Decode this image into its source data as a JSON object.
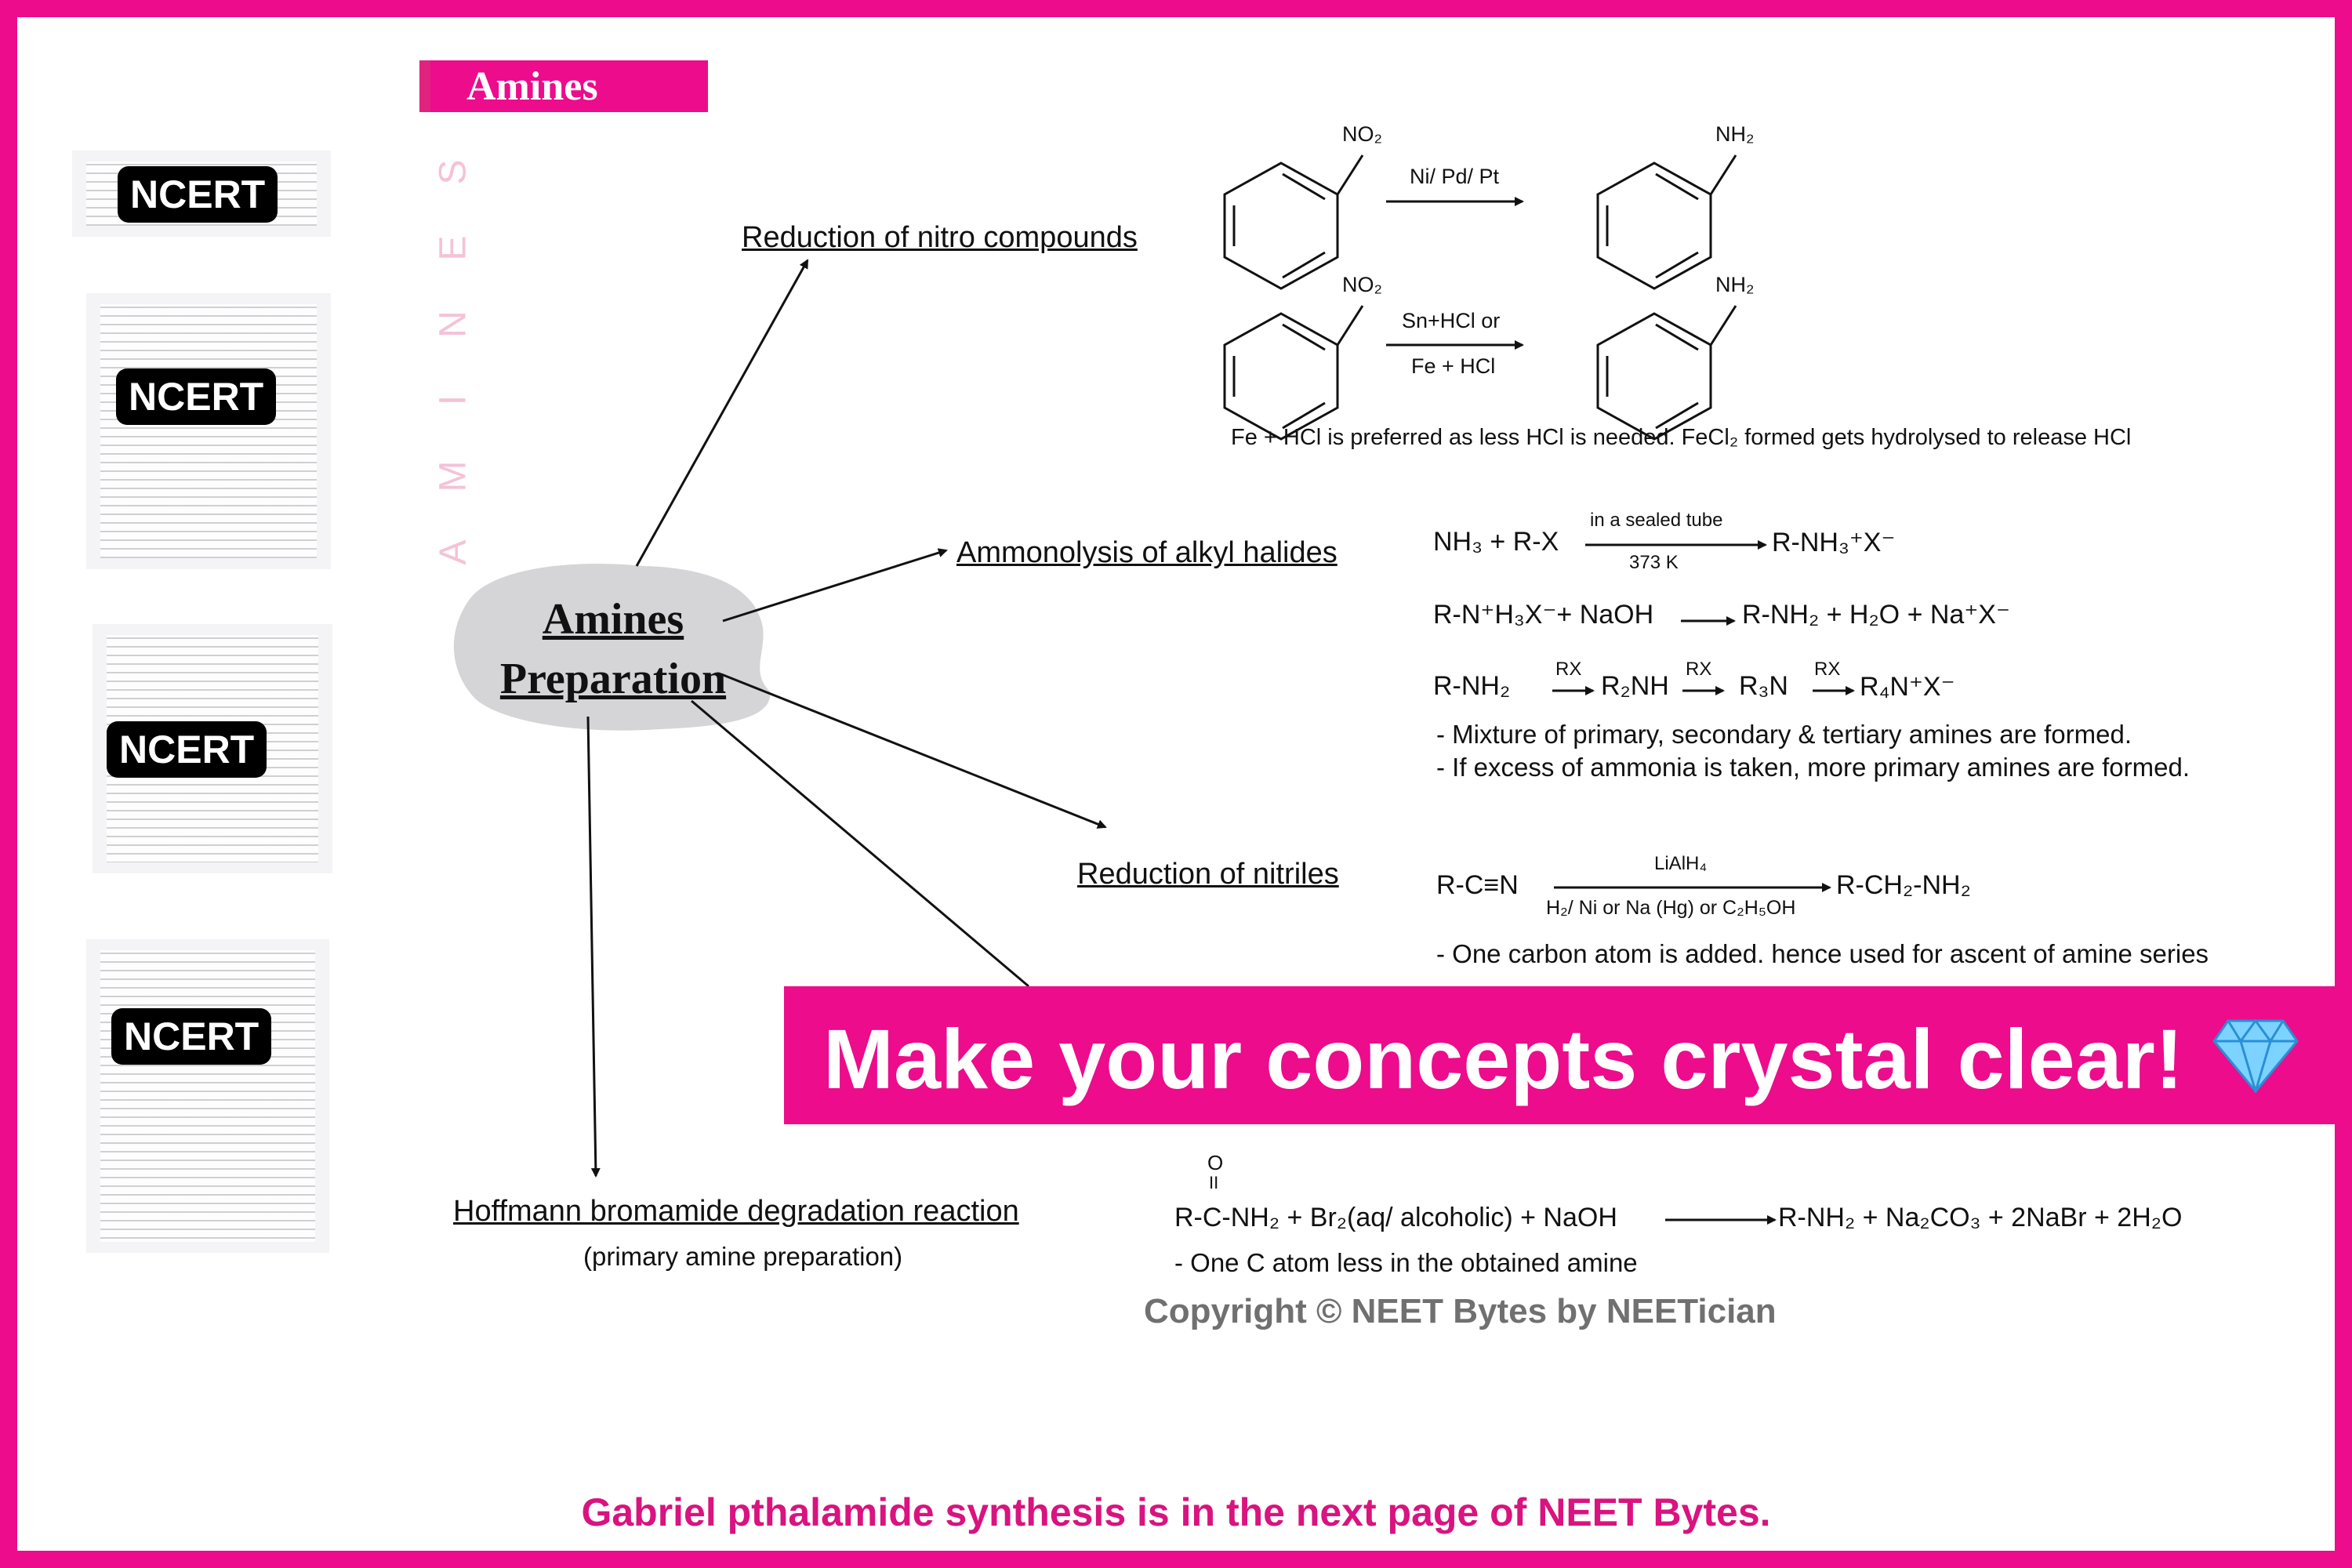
{
  "header": {
    "tab_title": "Amines",
    "side_letters": [
      "A",
      "M",
      "I",
      "N",
      "E",
      "S"
    ]
  },
  "thumbnails": [
    {
      "badge": "NCERT"
    },
    {
      "badge": "NCERT"
    },
    {
      "badge": "NCERT"
    },
    {
      "badge": "NCERT"
    }
  ],
  "center": {
    "line1": "Amines",
    "line2": "Preparation"
  },
  "branches": {
    "nitro": {
      "title": "Reduction of nitro compounds",
      "group_top": "NO₂",
      "product_group": "NH₂",
      "reagent1": "Ni/ Pd/ Pt",
      "reagent2_line1": "Sn+HCl or",
      "reagent2_line2": "Fe + HCl",
      "note": "Fe + HCl is preferred as less HCl is needed. FeCl₂ formed gets hydrolysed to release HCl"
    },
    "ammonolysis": {
      "title": "Ammonolysis of alkyl halides",
      "eq1_left": "NH₃ + R-X",
      "eq1_above": "in a sealed tube",
      "eq1_below": "373 K",
      "eq1_right": "R-NH₃⁺X⁻",
      "eq2_left": "R-N⁺H₃X⁻+ NaOH",
      "eq2_right": "R-NH₂ + H₂O + Na⁺X⁻",
      "eq3": [
        "R-NH₂",
        "R₂NH",
        "R₃N",
        "R₄N⁺X⁻"
      ],
      "eq3_reagent": "RX",
      "note1": "- Mixture of primary, secondary & tertiary amines are formed.",
      "note2": "- If excess of ammonia is taken, more primary amines are formed."
    },
    "nitriles": {
      "title": "Reduction of nitriles",
      "left": "R-C≡N",
      "above": "LiAlH₄",
      "below": "H₂/ Ni or Na (Hg) or C₂H₅OH",
      "right": "R-CH₂-NH₂",
      "note": "- One carbon atom is added. hence used for ascent of amine series"
    },
    "hoffmann": {
      "title": "Hoffmann bromamide degradation reaction",
      "subtitle": "(primary amine preparation)",
      "oxygen": "O",
      "bond": "II",
      "left": "R-C-NH₂ + Br₂(aq/ alcoholic) + NaOH",
      "right": "R-NH₂ + Na₂CO₃ + 2NaBr + 2H₂O",
      "note": "- One C atom less in the obtained amine"
    }
  },
  "banner": {
    "text": "Make your concepts crystal clear!",
    "icon": "gem-icon"
  },
  "copyright": "Copyright © NEET Bytes by NEETician",
  "footer": "Gabriel pthalamide synthesis is in the next page of NEET Bytes.",
  "colors": {
    "brand": "#ec0c8c",
    "footer_text": "#d9137f",
    "copyright_text": "#707070"
  }
}
